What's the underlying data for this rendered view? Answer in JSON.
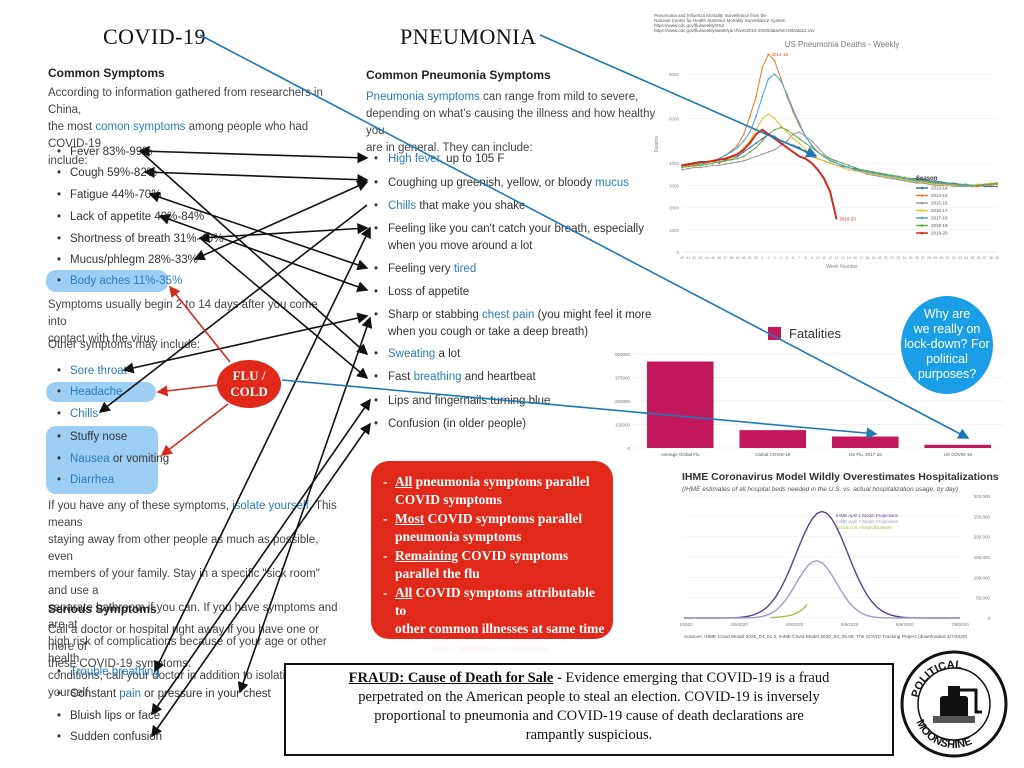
{
  "titles": {
    "covid": "COVID-19",
    "pneumonia": "PNEUMONIA"
  },
  "left": {
    "heading": "Common Symptoms",
    "intro_a": "According to information gathered from researchers in China,",
    "intro_b_pre": "the most ",
    "intro_b_link": "comon symptoms",
    "intro_b_post": " among people who had COVID-19",
    "intro_c": "include:",
    "symptoms": [
      "Fever 83%-99%",
      "Cough 59%-82%",
      "Fatigue 44%-70%",
      "Lack of appetite 40%-84%",
      "Shortness of breath 31%-40%",
      "Mucus/phlegm 28%-33%",
      "Body aches 11%-35%"
    ],
    "begin_a": "Symptoms usually begin 2 to 14 days after you come into",
    "begin_b": "contact with the virus.",
    "other_head": "Other symptoms may include:",
    "other": [
      "Sore throat",
      "Headache",
      "Chills",
      "Stuffy nose",
      "Nausea",
      "or vomiting",
      "Diarrhea"
    ],
    "advice": [
      "If you have any of these symptoms, ",
      "isolate yourself",
      ". This means",
      "staying away from other people as much as possible, even",
      "members of your family. Stay in a specific \"sick room\" and use a",
      "separate bathroom if you can. If you have symptoms and are at",
      "high risk of complications because of your age or other health",
      "conditions, call your doctor in addition to isolating yourself."
    ],
    "serious_head": "Serious Symptoms",
    "serious_a": "Call a doctor or hospital right away if you have one or more of",
    "serious_b": "these COVID-19 symptoms:",
    "serious": [
      "Trouble breathing",
      "Constant ",
      "pain",
      " or pressure in your chest",
      "Bluish lips or face",
      "Sudden confusion"
    ]
  },
  "middle": {
    "heading": "Common Pneumonia Symptoms",
    "intro_link": "Pneumonia symptoms",
    "intro_1": " can range from mild to severe,",
    "intro_2": "depending on what's causing the illness and how healthy you",
    "intro_3": "are in general. They can include:",
    "items": [
      {
        "link": "High fever",
        "text": ", up to 105 F"
      },
      {
        "pre": "Coughing up greenish, yellow, or bloody ",
        "link": "mucus"
      },
      {
        "link": "Chills",
        "text": " that make you shake"
      },
      {
        "text": "Feeling like you can't catch your breath, especially when you move around a lot"
      },
      {
        "pre": "Feeling very ",
        "link": "tired"
      },
      {
        "text": "Loss of appetite"
      },
      {
        "pre": "Sharp or stabbing ",
        "link": "chest pain",
        "text": " (you might feel it more when you cough or take a deep breath)"
      },
      {
        "link": "Sweating",
        "text": " a lot"
      },
      {
        "pre": "Fast ",
        "link": "breathing",
        "text": " and heartbeat"
      },
      {
        "text": "Lips and fingernails turning blue"
      },
      {
        "text": "Confusion (in older people)"
      }
    ]
  },
  "flu_label": [
    "FLU /",
    "COLD"
  ],
  "redbox": {
    "items": [
      {
        "u": "All",
        "rest": " pneumonia symptoms parallel COVID symptoms",
        "lines": [
          "All",
          " pneumonia symptoms parallel",
          "COVID symptoms"
        ]
      },
      {
        "lines": [
          "Most",
          " COVID symptoms parallel",
          "pneumonia symptoms"
        ]
      },
      {
        "lines": [
          "Remaining",
          " COVID symptoms",
          "parallel the flu"
        ]
      },
      {
        "lines": [
          "All",
          " COVID symptoms attributable to",
          "other common illnesses at same time"
        ]
      }
    ],
    "source": "Sources: WebMD/Power Line/Zero Hedge"
  },
  "why_bubble": [
    "Why are",
    "we really on",
    "lock-down? For",
    "political",
    "purposes?"
  ],
  "fraud": {
    "title": "FRAUD: Cause of Death for Sale",
    "dash": " - ",
    "body_1": "Evidence emerging that COVID-19 is a fraud",
    "body_2": "perpetrated on the American people to steal an election. COVID-19 is inversely",
    "body_3": "proportional to pneumonia and COVID-19 cause of death declarations are",
    "body_4": "rampantly suspicious."
  },
  "badge": {
    "top": "POLITICAL",
    "bottom": "MOONSHINE"
  },
  "chart_data": [
    {
      "type": "line",
      "title": "US Pneumonia Deaths - Weekly",
      "header_lines": [
        "Pneumonia and Influenza Mortality Surveillance from the",
        "National Center for Health Statistics Mortality Surveillance System",
        "https://www.cdc.gov/flu/weekly/#S2",
        "https://www.cdc.gov/flu/weekly/weeklyarchives2019-2020/data/NCHSData12.csv"
      ],
      "legend_title": "Season",
      "ylabel": "Deaths",
      "xlabel": "Week Number",
      "yticks": [
        "8000",
        "6000",
        "4000",
        "3000",
        "2000",
        "1000",
        "0"
      ],
      "xticks": [
        "40",
        "41",
        "42",
        "43",
        "44",
        "45",
        "46",
        "47",
        "48",
        "49",
        "50",
        "51",
        "52",
        "1",
        "2",
        "3",
        "4",
        "5",
        "6",
        "7",
        "8",
        "9",
        "10",
        "11",
        "12",
        "13",
        "14",
        "15",
        "16",
        "17",
        "18",
        "19",
        "20",
        "21",
        "22",
        "23",
        "24",
        "25",
        "26",
        "27",
        "28",
        "29",
        "30",
        "31",
        "32",
        "33",
        "34",
        "35",
        "36",
        "37",
        "38",
        "39"
      ],
      "annotations": [
        "2014-15",
        "2019-20"
      ],
      "series": [
        {
          "name": "2013-14",
          "color": "#3a6fb0",
          "values": [
            3900,
            3950,
            4000,
            3900,
            4050,
            4100,
            4000,
            4150,
            4200,
            4300,
            4500,
            4700,
            4900,
            5100,
            5300,
            5200,
            5000,
            4900,
            4800,
            4700,
            4500,
            4300,
            4200,
            4100,
            4000,
            3900,
            3850,
            3800,
            3750,
            3700,
            3650,
            3600,
            3550,
            3500,
            3450,
            3400,
            3350,
            3300,
            3300,
            3250,
            3200,
            3200,
            3150,
            3100,
            3100,
            3050,
            3000,
            3000,
            3000,
            2950,
            2950,
            2950
          ]
        },
        {
          "name": "2014-15",
          "color": "#e07b2a",
          "values": [
            3850,
            3900,
            3950,
            4000,
            4050,
            4100,
            4200,
            4350,
            4550,
            4800,
            5300,
            6100,
            7000,
            8300,
            8900,
            8600,
            7800,
            7000,
            6300,
            5700,
            5200,
            4800,
            4500,
            4300,
            4100,
            4000,
            3900,
            3800,
            3700,
            3650,
            3600,
            3500,
            3450,
            3400,
            3350,
            3300,
            3250,
            3200,
            3200,
            3150,
            3100,
            3100,
            3050,
            3000,
            3000,
            3000,
            2950,
            2950,
            2950,
            3000,
            3000,
            3050
          ]
        },
        {
          "name": "2015-16",
          "color": "#9a9a9a",
          "values": [
            3700,
            3750,
            3800,
            3800,
            3850,
            3900,
            3900,
            3950,
            4000,
            4050,
            4100,
            4200,
            4300,
            4400,
            4500,
            4600,
            4800,
            5000,
            5300,
            5400,
            5200,
            5000,
            4700,
            4400,
            4200,
            4000,
            3900,
            3800,
            3700,
            3600,
            3500,
            3450,
            3400,
            3350,
            3300,
            3250,
            3200,
            3150,
            3100,
            3100,
            3050,
            3000,
            3000,
            3000,
            2950,
            2950,
            2950,
            2950,
            3000,
            3000,
            3050,
            3100
          ]
        },
        {
          "name": "2016-17",
          "color": "#e3c22c",
          "values": [
            3800,
            3850,
            3850,
            3900,
            3950,
            4000,
            4050,
            4100,
            4200,
            4400,
            4700,
            5000,
            5500,
            6000,
            6200,
            6000,
            5700,
            5400,
            5100,
            4900,
            4600,
            4400,
            4200,
            4100,
            4000,
            3900,
            3800,
            3700,
            3650,
            3600,
            3550,
            3500,
            3450,
            3400,
            3350,
            3300,
            3250,
            3200,
            3150,
            3150,
            3100,
            3050,
            3050,
            3000,
            3000,
            3000,
            3000,
            3000,
            3050,
            3050,
            3100,
            3100
          ]
        },
        {
          "name": "2017-18",
          "color": "#4aa2d9",
          "values": [
            3900,
            3950,
            4000,
            4000,
            4050,
            4100,
            4200,
            4350,
            4500,
            4700,
            5000,
            5400,
            6100,
            7000,
            7800,
            8000,
            7700,
            7100,
            6400,
            5800,
            5200,
            4800,
            4500,
            4300,
            4100,
            4000,
            3900,
            3800,
            3700,
            3650,
            3600,
            3550,
            3500,
            3450,
            3400,
            3350,
            3300,
            3250,
            3200,
            3200,
            3150,
            3100,
            3100,
            3050,
            3050,
            3000,
            3000,
            3000,
            3000,
            3050,
            3050,
            3100
          ]
        },
        {
          "name": "2018-19",
          "color": "#67a84a",
          "values": [
            3800,
            3850,
            3900,
            3900,
            3950,
            4000,
            4050,
            4100,
            4150,
            4200,
            4300,
            4500,
            4700,
            5000,
            5300,
            5500,
            5600,
            5500,
            5300,
            5100,
            4900,
            4700,
            4500,
            4300,
            4200,
            4100,
            4000,
            3900,
            3800,
            3700,
            3650,
            3600,
            3550,
            3500,
            3450,
            3400,
            3350,
            3300,
            3250,
            3200,
            3150,
            3150,
            3100,
            3100,
            3050,
            3050,
            3050,
            3000,
            3000,
            3050,
            3050,
            3100
          ]
        },
        {
          "name": "2019-20",
          "color": "#cf2b1e",
          "values": [
            3900,
            3950,
            4000,
            4050,
            4050,
            4100,
            4150,
            4200,
            4300,
            4400,
            4600,
            4900,
            5300,
            5500,
            5300,
            5100,
            4900,
            4700,
            4500,
            4300,
            4200,
            4000,
            3700,
            3300,
            2700,
            1500
          ]
        }
      ]
    },
    {
      "type": "bar",
      "legend": "Fatalities",
      "categories": [
        "Average Global Flu",
        "Global COVID-19",
        "US Flu, 2017-18",
        "US COVID-19"
      ],
      "values": [
        460000,
        95000,
        61000,
        17000
      ],
      "yticks": [
        "500000",
        "375000",
        "250000",
        "125000",
        "0"
      ],
      "ylim": [
        0,
        500000
      ],
      "color": "#c2185b"
    },
    {
      "type": "line",
      "title": "IHME Coronavirus Model Wildly Overestimates Hospitalizations",
      "subtitle": "(IHME estimates of all hospital beds needed in the U.S. vs. actual hospitalization usage, by day)",
      "series": [
        {
          "name": "IHME April 1 Model Projections",
          "color": "#5b3e8f"
        },
        {
          "name": "IHME April 7 Model Projections",
          "color": "#a899c9"
        },
        {
          "name": "Actual U.S. Hospitalizations",
          "color": "#9ec04a"
        }
      ],
      "yticks": [
        "300,000",
        "250,000",
        "200,000",
        "150,000",
        "100,000",
        "50,000",
        "0"
      ],
      "xticks": [
        "2/9/2020",
        "3/9/2020",
        "4/9/2020",
        "5/9/2020",
        "6/9/2020",
        "7/9/2020"
      ],
      "source": "Sources: IHME Covid Model 2020_04_01.2, IHME Covid Model 2020_04_05.08, The COVID Tracking Project (downloaded 4/7/2020)"
    }
  ]
}
